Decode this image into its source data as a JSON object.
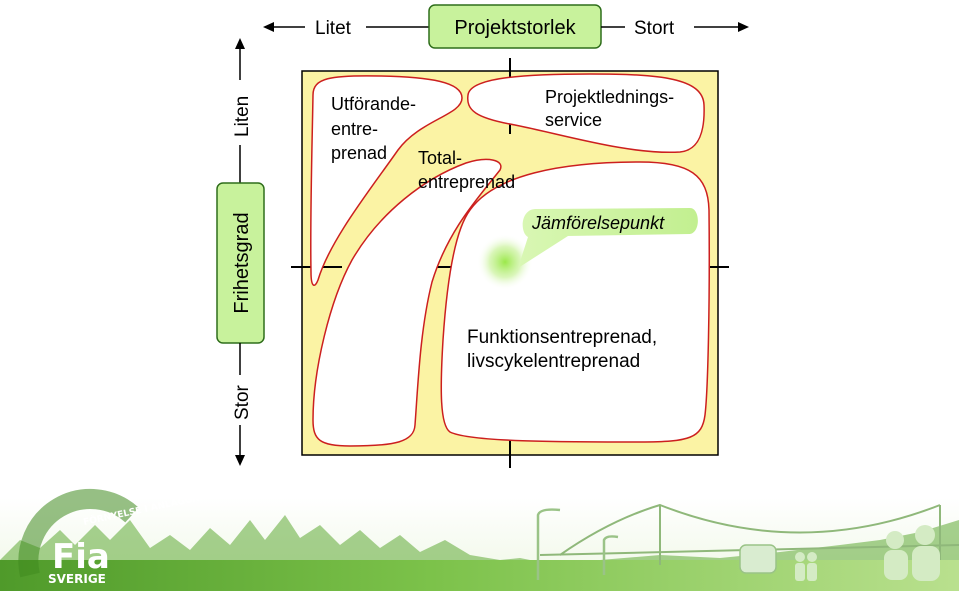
{
  "axes": {
    "horizontal": {
      "title": "Projektstorlek",
      "left_end": "Litet",
      "right_end": "Stort"
    },
    "vertical": {
      "title": "Frihetsgrad",
      "top_end": "Liten",
      "bottom_end": "Stor"
    }
  },
  "regions": {
    "utforande": [
      "Utförande-",
      "entre-",
      "prenad"
    ],
    "total": [
      "Total-",
      "entreprenad"
    ],
    "projektledning": [
      "Projektlednings-",
      "service"
    ],
    "funktion": [
      "Funktionsentreprenad,",
      "livscykelentreprenad"
    ]
  },
  "comparison_point": {
    "label": "Jämförelsepunkt"
  },
  "footer": {
    "logo_arc_text": "FÖRNYELSE I ANLÄGGNINGSBRANSCHEN",
    "logo_main": "Fia",
    "logo_sub": "SVERIGE"
  },
  "colors": {
    "diagram_fill": "#fbf3a4",
    "region_border": "#cc1f1f",
    "title_box_fill": "#c8f29c",
    "title_box_border": "#2f6e1b",
    "glow": "#9be84a",
    "footer_green": "#6ab33a"
  }
}
